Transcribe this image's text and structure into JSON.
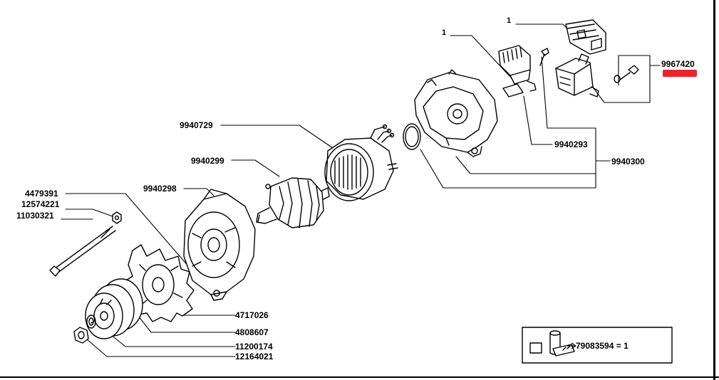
{
  "labels": {
    "p1_top": "1",
    "p1_mid": "1",
    "p9967420": "9967420",
    "p9940293": "9940293",
    "p9940300": "9940300",
    "p9940729": "9940729",
    "p9940299": "9940299",
    "p9940298": "9940298",
    "p4479391": "4479391",
    "p12574221": "12574221",
    "p11030321": "11030321",
    "p4717026": "4717026",
    "p4808607": "4808607",
    "p11200174": "11200174",
    "p12164021": "12164021"
  },
  "kit": {
    "text": "79083594 = 1"
  },
  "colors": {
    "highlight": "#e8262a",
    "ink": "#000000"
  }
}
